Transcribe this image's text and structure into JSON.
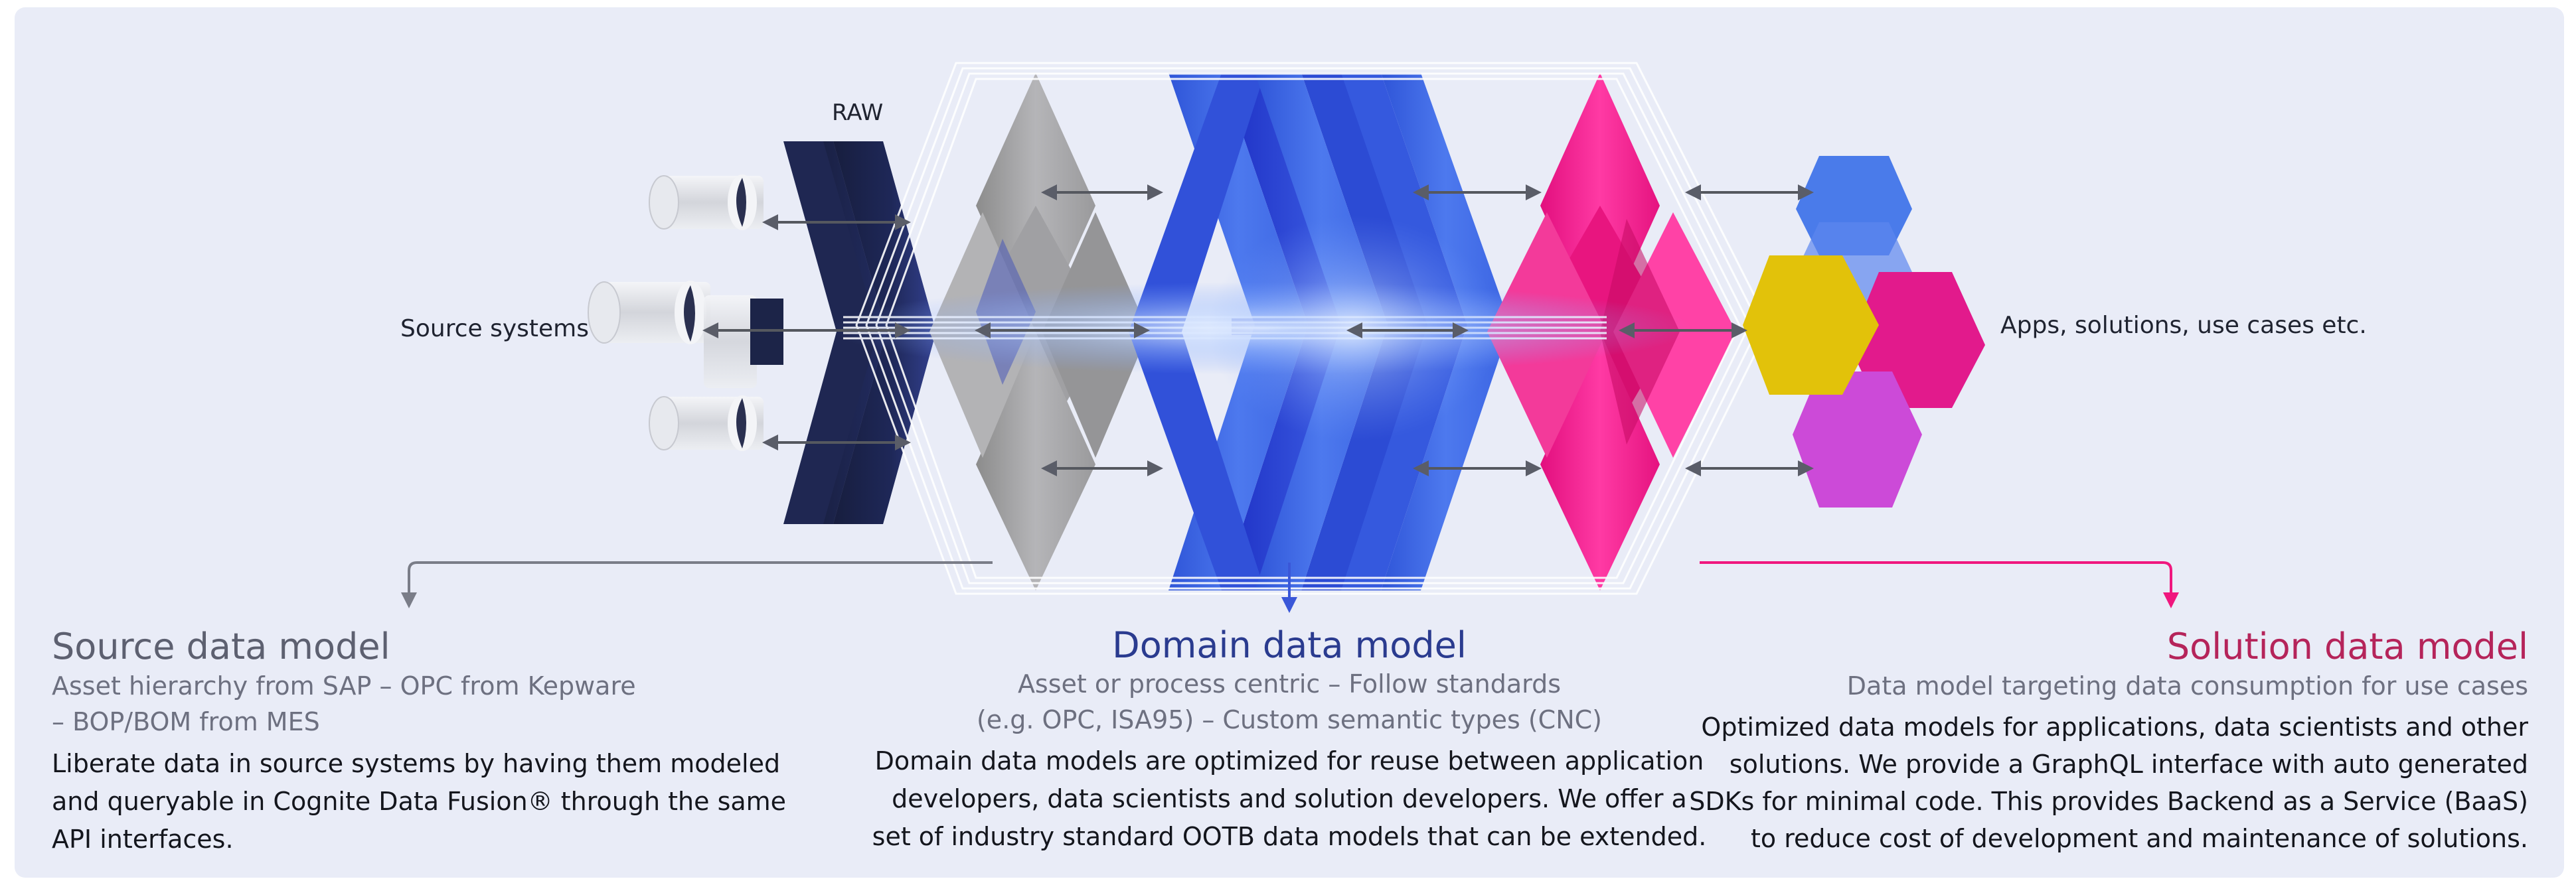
{
  "labels": {
    "raw": "RAW",
    "source_systems": "Source systems",
    "apps": "Apps, solutions, use cases etc."
  },
  "sections": {
    "source": {
      "title": "Source data model",
      "subtitle_line1": "Asset hierarchy from SAP – OPC from Kepware",
      "subtitle_line2": "– BOP/BOM from MES",
      "desc_line1": "Liberate data in source systems by having them modeled",
      "desc_line2": "and queryable in Cognite Data Fusion® through the same",
      "desc_line3": "API interfaces."
    },
    "domain": {
      "title": "Domain data model",
      "subtitle_line1": "Asset or process centric – Follow standards",
      "subtitle_line2": "(e.g. OPC, ISA95) – Custom semantic types (CNC)",
      "desc_line1": "Domain data models are optimized for reuse between application",
      "desc_line2": "developers, data scientists and solution developers. We offer a",
      "desc_line3": "set of industry standard OOTB data models that can be extended."
    },
    "solution": {
      "title": "Solution data model",
      "subtitle_line1": "Data model targeting data consumption for use cases",
      "desc_line1": "Optimized data models for applications, data scientists and other",
      "desc_line2": "solutions. We provide a GraphQL interface with auto generated",
      "desc_line3": "SDKs for minimal code. This provides Backend as a Service (BaaS)",
      "desc_line4": "to reduce cost of development and maintenance of solutions."
    }
  },
  "colors": {
    "background": "#e9ecf7",
    "source_title": "#5d6070",
    "domain_title": "#2a3b8f",
    "solution_title": "#b5245a",
    "raw_navy": "#1c2448",
    "source_gray": "#a6a6a6",
    "domain_blue": "#3f6ae6",
    "solution_pink": "#f0168c",
    "app_blue": "#4a7bea",
    "app_yellow": "#e2c20a",
    "app_magenta": "#e21a8c",
    "app_purple": "#cc4ad8",
    "connector_gray": "#7a7d88",
    "connector_pink": "#f0177e"
  },
  "icons": [
    "database-cylinder-icon",
    "bidirectional-arrow-icon",
    "hexagon-icon"
  ]
}
